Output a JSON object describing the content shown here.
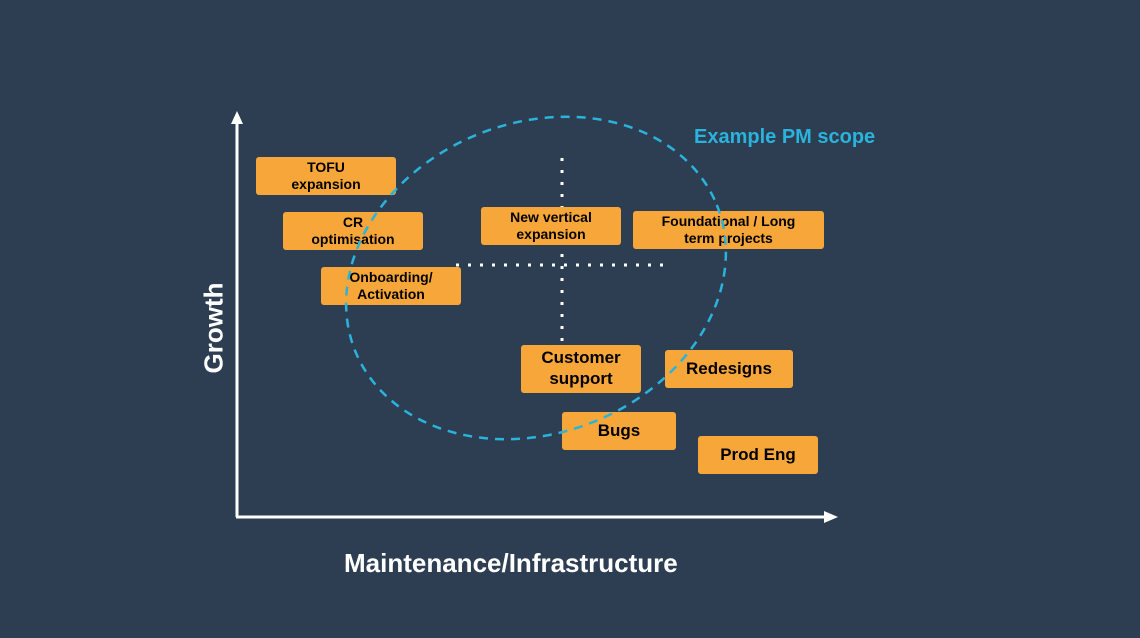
{
  "axes": {
    "x_label": "Maintenance/Infrastructure",
    "y_label": "Growth"
  },
  "scope": {
    "label": "Example PM scope",
    "color": "#2ab3dc"
  },
  "colors": {
    "background": "#2d3e52",
    "box_fill": "#f7a73a",
    "axis": "#ffffff",
    "divider": "#ffffff"
  },
  "boxes": {
    "tofu": [
      "TOFU",
      "expansion"
    ],
    "cr": [
      "CR",
      "optimisation"
    ],
    "onboarding": [
      "Onboarding/",
      "Activation"
    ],
    "new_vertical": [
      "New vertical",
      "expansion"
    ],
    "foundational": [
      "Foundational / Long",
      "term projects"
    ],
    "customer_support": [
      "Customer",
      "support"
    ],
    "redesigns": [
      "Redesigns"
    ],
    "bugs": [
      "Bugs"
    ],
    "prod_eng": [
      "Prod Eng"
    ]
  }
}
